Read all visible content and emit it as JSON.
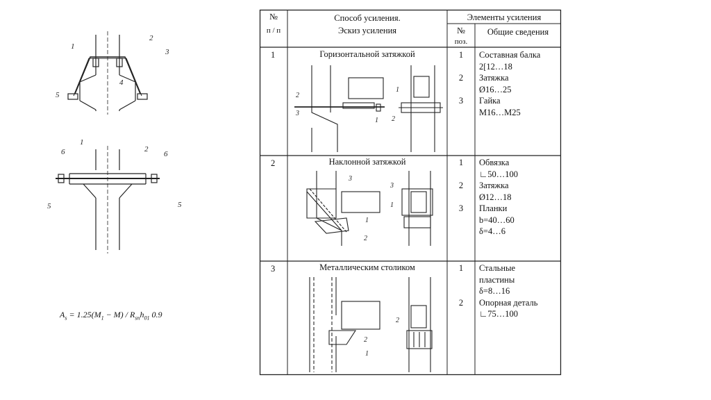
{
  "formula": {
    "lhs": "A",
    "lhs_sub": "s",
    "eq_part1": " = 1.25(M",
    "m1_sub": "1",
    "eq_part2": " − M) / R",
    "r_sub": "sn",
    "h": "h",
    "h_sub": "01",
    "tail": "0.9"
  },
  "left_labels": {
    "top": [
      "1",
      "2",
      "3",
      "4",
      "5"
    ],
    "bottom": [
      "6",
      "1",
      "2",
      "6",
      "5",
      "5"
    ]
  },
  "table": {
    "headers": {
      "num_top": "№",
      "num_bottom": "п / п",
      "method_top": "Способ усиления.",
      "method_bottom": "Эскиз усиления",
      "elements": "Элементы усиления",
      "pos_top": "№",
      "pos_bottom": "поз.",
      "info": "Общие сведения"
    },
    "rows": [
      {
        "num": "1",
        "title": "Горизонтальной затяжкой",
        "positions": [
          "1",
          "2",
          "3"
        ],
        "info": [
          "Составная балка",
          "2[12…18",
          "Затяжка",
          "Ø16…25",
          "Гайка",
          "М16…М25"
        ],
        "sketch_labels": [
          "1",
          "2",
          "3",
          "1",
          "2"
        ]
      },
      {
        "num": "2",
        "title": "Наклонной затяжкой",
        "positions": [
          "1",
          "2",
          "3"
        ],
        "info": [
          "Обвязка",
          "∟50…100",
          "Затяжка",
          "Ø12…18",
          "Планки",
          "b=40…60",
          "δ=4…6"
        ],
        "sketch_labels": [
          "3",
          "3",
          "1",
          "1",
          "2"
        ]
      },
      {
        "num": "3",
        "title": "Металлическим столиком",
        "positions": [
          "1",
          "2"
        ],
        "info": [
          "Стальные",
          "пластины",
          "δ=8…16",
          "Опорная деталь",
          "∟75…100"
        ],
        "sketch_labels": [
          "2",
          "1",
          "2"
        ]
      }
    ]
  }
}
